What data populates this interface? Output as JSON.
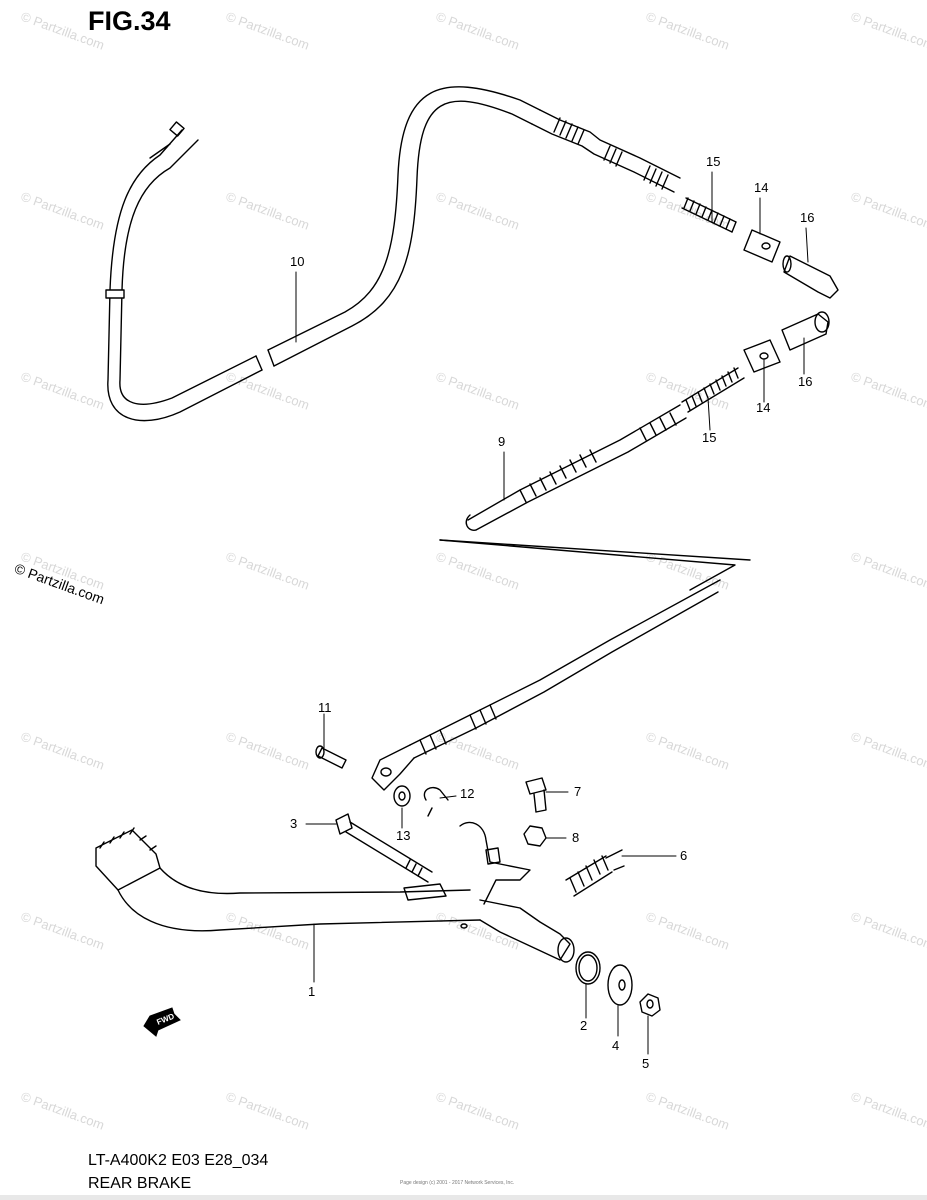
{
  "header": {
    "figure_title": "FIG.34"
  },
  "copyright": "© Partzilla.com",
  "watermark_text": "© Partzilla.com",
  "footer": {
    "model_code": "LT-A400K2 E03 E28_034",
    "section_name": "REAR BRAKE",
    "small_print": "Page design (c) 2001 - 2017 Network Services, Inc."
  },
  "fwd_arrow_label": "FWD",
  "callouts": [
    {
      "id": "c10",
      "label": "10"
    },
    {
      "id": "c15a",
      "label": "15"
    },
    {
      "id": "c14a",
      "label": "14"
    },
    {
      "id": "c16a",
      "label": "16"
    },
    {
      "id": "c16b",
      "label": "16"
    },
    {
      "id": "c14b",
      "label": "14"
    },
    {
      "id": "c15b",
      "label": "15"
    },
    {
      "id": "c9",
      "label": "9"
    },
    {
      "id": "c11",
      "label": "11"
    },
    {
      "id": "c12",
      "label": "12"
    },
    {
      "id": "c7",
      "label": "7"
    },
    {
      "id": "c3",
      "label": "3"
    },
    {
      "id": "c13",
      "label": "13"
    },
    {
      "id": "c8",
      "label": "8"
    },
    {
      "id": "c6",
      "label": "6"
    },
    {
      "id": "c1",
      "label": "1"
    },
    {
      "id": "c2",
      "label": "2"
    },
    {
      "id": "c4",
      "label": "4"
    },
    {
      "id": "c5",
      "label": "5"
    }
  ],
  "colors": {
    "line": "#000000",
    "watermark": "#d8d8d8",
    "background": "#ffffff"
  }
}
